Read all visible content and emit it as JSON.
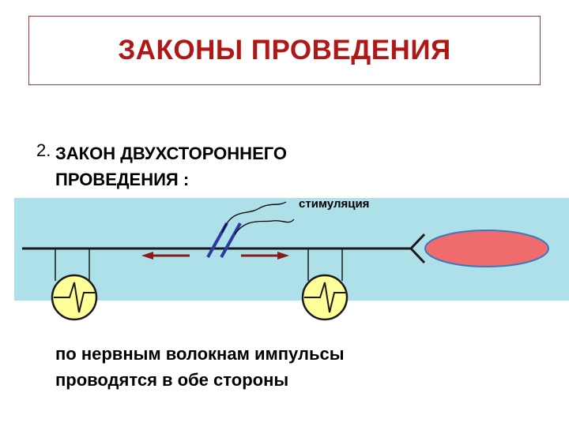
{
  "slide": {
    "title": "ЗАКОНЫ ПРОВЕДЕНИЯ",
    "law_number": "2.",
    "law_heading_line1": "ЗАКОН ДВУХСТОРОННЕГО",
    "law_heading_line2": "ПРОВЕДЕНИЯ :",
    "caption_line1": "по нервным волокнам импульсы",
    "caption_line2": "проводятся в обе стороны"
  },
  "diagram": {
    "stimulation_label": "стимуляция"
  },
  "colors": {
    "title": "#b01818",
    "band": "#aee0ea",
    "arrow": "#8b1a1a",
    "electrodes": "#2d3aa0",
    "oscilloscope_fill": "#ffff99",
    "muscle_fill": "#f06b6b"
  }
}
